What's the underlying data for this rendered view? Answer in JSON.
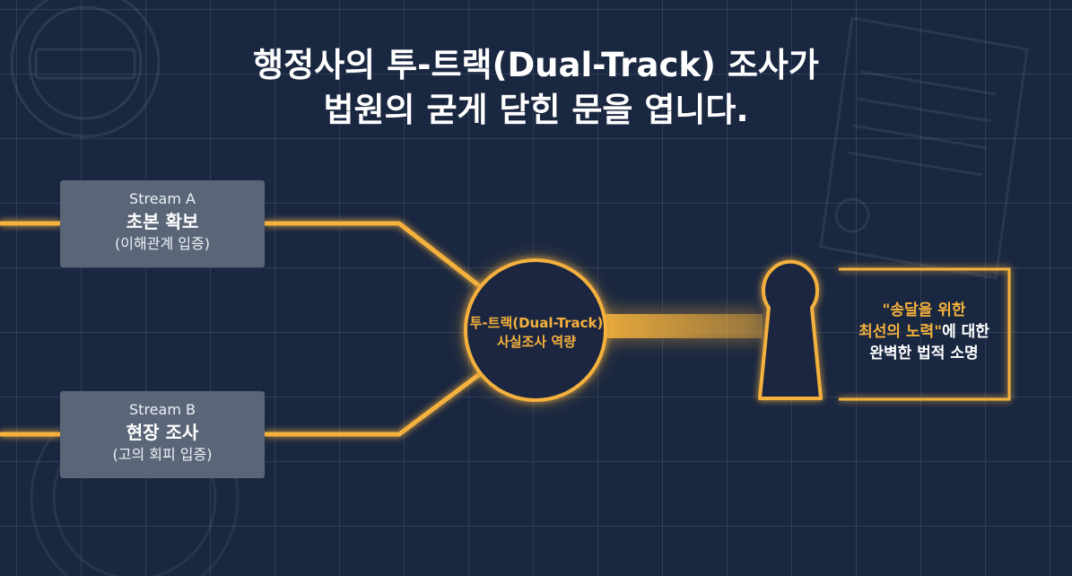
{
  "title": {
    "line1": "행정사의 투-트랙(Dual-Track) 조사가",
    "line2": "법원의 굳게 닫힌 문을 엽니다."
  },
  "streams": [
    {
      "label": "Stream A",
      "main": "초본 확보",
      "sub": "(이해관계 입증)"
    },
    {
      "label": "Stream B",
      "main": "현장 조사",
      "sub": "(고의 회피 입증)"
    }
  ],
  "hub": {
    "line1": "투-트랙(Dual-Track)",
    "line2": "사실조사 역량"
  },
  "result": {
    "line1": "\"송달을 위한",
    "line2_highlight": "최선의 노력\"",
    "line2_rest": "에 대한",
    "line3": "완벽한 법적 소명"
  },
  "colors": {
    "background": "#1a2740",
    "accent": "#f4b13c",
    "box": "#5a6678",
    "text": "#ffffff"
  },
  "icons": {
    "keyhole": "keyhole-icon"
  }
}
